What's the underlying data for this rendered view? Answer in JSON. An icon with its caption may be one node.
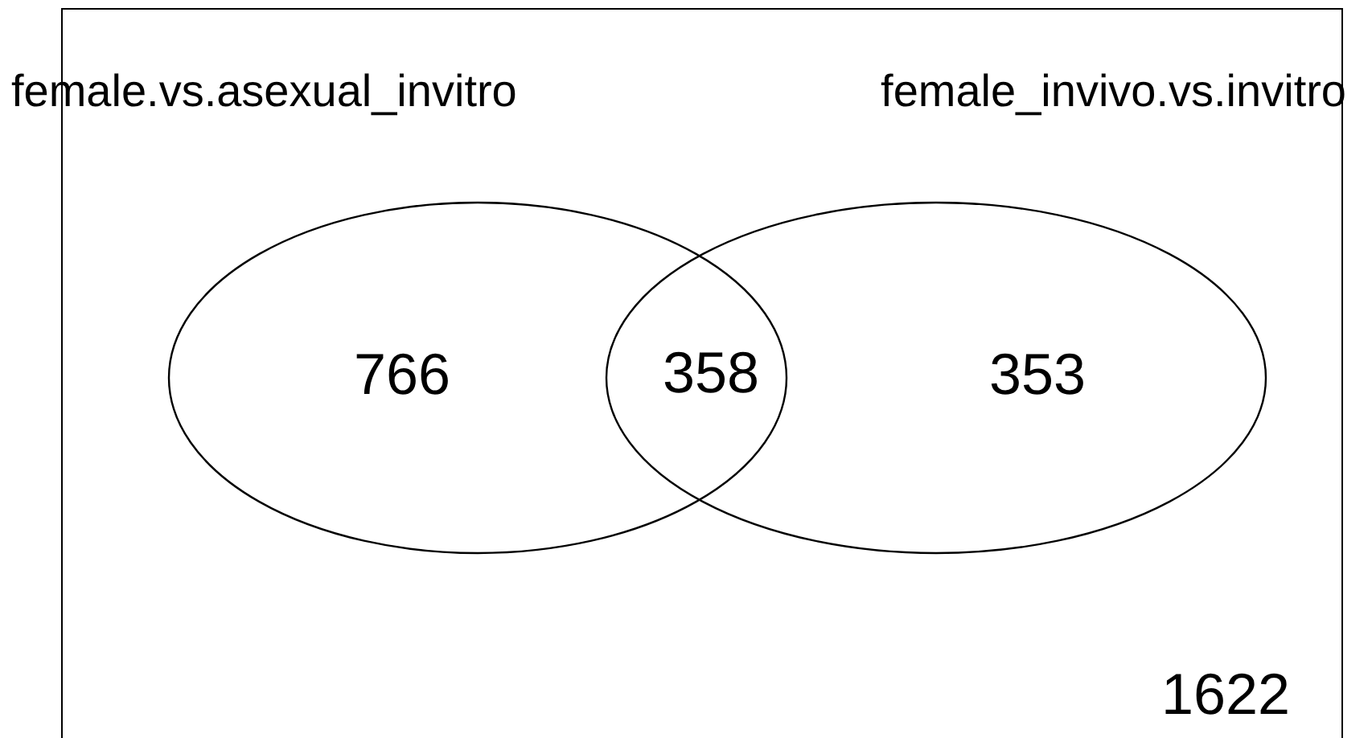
{
  "diagram": {
    "nodes": [
      {
        "text": [
          "female.vs.asexual_invitro",
          "766"
        ]
      },
      {
        "text": [
          "female_invivo.vs.invitro",
          "353"
        ]
      }
    ],
    "labels": [
      "358",
      "1622"
    ]
  }
}
